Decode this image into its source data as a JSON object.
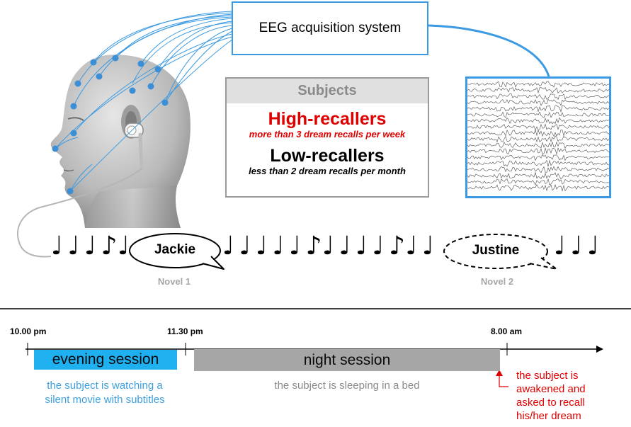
{
  "eeg": {
    "label": "EEG acquisition system"
  },
  "subjects": {
    "header": "Subjects",
    "high_title": "High-recallers",
    "high_desc": "more than 3 dream recalls per week",
    "low_title": "Low-recallers",
    "low_desc": "less than 2 dream recalls per month"
  },
  "stimuli": {
    "bubble1": "Jackie",
    "bubble2": "Justine",
    "novel1": "Novel 1",
    "novel2": "Novel 2",
    "note_glyph": "♩",
    "eighth_glyph": "♪"
  },
  "timeline": {
    "t1": "10.00 pm",
    "t2": "11.30 pm",
    "t3": "8.00 am",
    "evening_label": "evening session",
    "night_label": "night session",
    "evening_desc_1": "the subject is watching a",
    "evening_desc_2": "silent movie with subtitles",
    "night_desc": "the subject is sleeping in a bed",
    "wake_desc_1": "the subject is",
    "wake_desc_2": "awakened and",
    "wake_desc_3": "asked to recall",
    "wake_desc_4": "his/her dream"
  },
  "colors": {
    "accent_blue": "#3b9ae1",
    "evening_fill": "#1fb0ef",
    "night_fill": "#a6a6a6",
    "high_red": "#e00000",
    "label_gray": "#a6a6a6"
  },
  "icons": {
    "head": "human-head-icon",
    "earphone": "earphone-icon",
    "electrode": "electrode-icon"
  }
}
